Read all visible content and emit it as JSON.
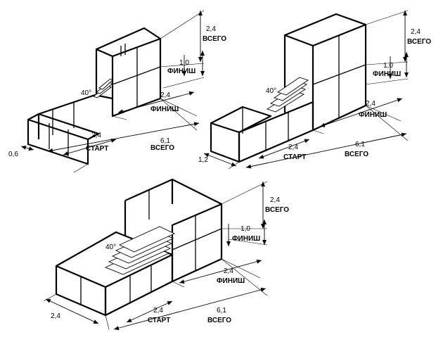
{
  "diagrams": [
    {
      "angle": "40°",
      "dims": {
        "total_height": "2,4",
        "total_height_label": "ВСЕГО",
        "finish_height": "1,0",
        "finish_height_label": "ФИНИШ",
        "finish_length": "2,4",
        "finish_length_label": "ФИНИШ",
        "start_length": "2,4",
        "start_length_label": "СТАРТ",
        "total_length": "6,1",
        "total_length_label": "ВСЕГО",
        "width": "0,6"
      }
    },
    {
      "angle": "40°",
      "dims": {
        "total_height": "2,4",
        "total_height_label": "ВСЕГО",
        "finish_height": "1,0",
        "finish_height_label": "ФИНИШ",
        "finish_length": "2,4",
        "finish_length_label": "ФИНИШ",
        "start_length": "2,4",
        "start_length_label": "СТАРТ",
        "total_length": "6,1",
        "total_length_label": "ВСЕГО",
        "width": "1,2"
      }
    },
    {
      "angle": "40°",
      "dims": {
        "total_height": "2,4",
        "total_height_label": "ВСЕГО",
        "finish_height": "1,0",
        "finish_height_label": "ФИНИШ",
        "finish_length": "2,4",
        "finish_length_label": "ФИНИШ",
        "start_length": "2,4",
        "start_length_label": "СТАРТ",
        "total_length": "6,1",
        "total_length_label": "ВСЕГО",
        "width": "2,4"
      }
    }
  ]
}
